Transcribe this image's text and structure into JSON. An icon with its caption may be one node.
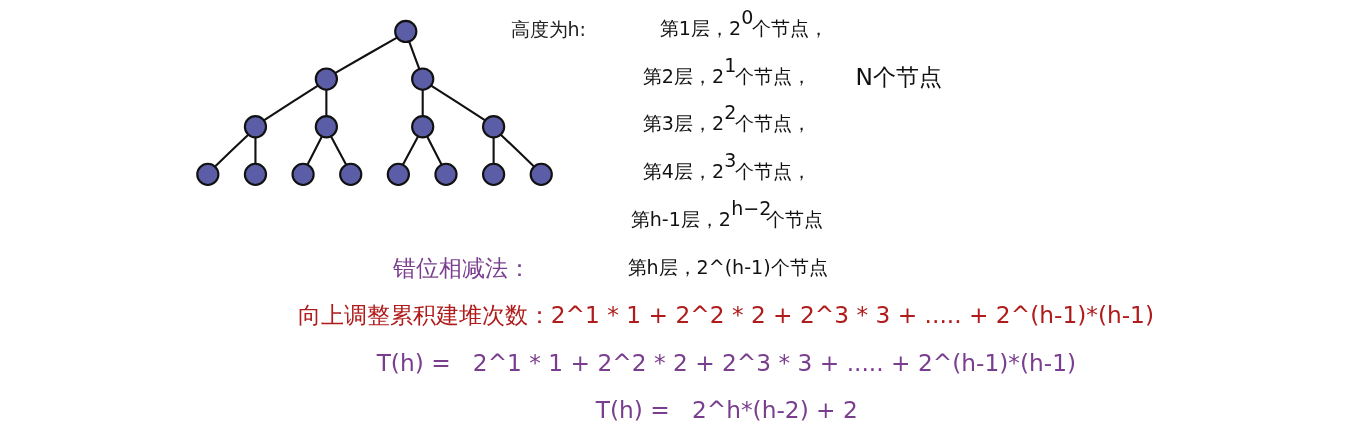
{
  "diagram": {
    "nodes": [
      {
        "text": [],
        "shape": "circle"
      },
      {
        "text": [],
        "shape": "circle"
      },
      {
        "text": [],
        "shape": "circle"
      },
      {
        "text": [],
        "shape": "circle"
      },
      {
        "text": [],
        "shape": "circle"
      },
      {
        "text": [],
        "shape": "circle"
      },
      {
        "text": [],
        "shape": "circle"
      },
      {
        "text": [],
        "shape": "circle"
      },
      {
        "text": [],
        "shape": "circle"
      },
      {
        "text": [],
        "shape": "circle"
      },
      {
        "text": [],
        "shape": "circle"
      },
      {
        "text": [],
        "shape": "circle"
      },
      {
        "text": [],
        "shape": "circle"
      },
      {
        "text": [],
        "shape": "circle"
      },
      {
        "text": [],
        "shape": "circle"
      }
    ],
    "edges": [
      {
        "from": 0,
        "to": 1,
        "arrow": "none"
      },
      {
        "from": 0,
        "to": 2,
        "arrow": "none"
      },
      {
        "from": 1,
        "to": 3,
        "arrow": "none"
      },
      {
        "from": 1,
        "to": 4,
        "arrow": "none"
      },
      {
        "from": 2,
        "to": 5,
        "arrow": "none"
      },
      {
        "from": 2,
        "to": 6,
        "arrow": "none"
      },
      {
        "from": 3,
        "to": 7,
        "arrow": "none"
      },
      {
        "from": 3,
        "to": 8,
        "arrow": "none"
      },
      {
        "from": 4,
        "to": 9,
        "arrow": "none"
      },
      {
        "from": 4,
        "to": 10,
        "arrow": "none"
      },
      {
        "from": 5,
        "to": 11,
        "arrow": "none"
      },
      {
        "from": 5,
        "to": 12,
        "arrow": "none"
      },
      {
        "from": 6,
        "to": 13,
        "arrow": "none"
      },
      {
        "from": 6,
        "to": 14,
        "arrow": "none"
      }
    ],
    "labels": [
      "高度为h:",
      "第1层，2$^{0}$个节点，",
      "第2层，2$^{1}$个节点，",
      "第3层，2$^{2}$个节点，",
      "第4层，2$^{3}$个节点，",
      "第h-1层，2$^{h−2}$个节点",
      "第h层，2^(h-1)个节点",
      "N个节点",
      "错位相减法：",
      "向上调整累积建堆次数：2^1 * 1 + 2^2 * 2 + 2^3 * 3 + ..... + 2^(h-1)*(h-1)",
      "T(h) =   2^1 * 1 + 2^2 * 2 + 2^3 * 3 + ..... + 2^(h-1)*(h-1)",
      "T(h) =   2^h*(h-2) + 2"
    ]
  }
}
